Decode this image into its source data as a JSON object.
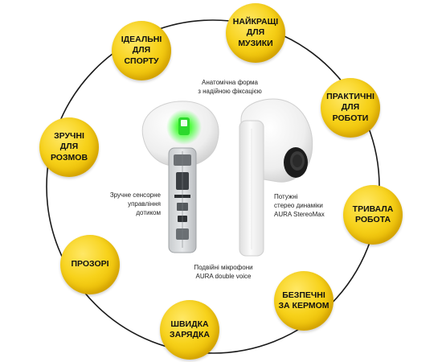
{
  "colors": {
    "badge_yellow": "#f7d21b",
    "ring_line": "#1a1a1a",
    "led_green": "#3dff3d",
    "earbud_white": "#f4f4f4"
  },
  "badges": [
    {
      "id": "music",
      "label": "НАЙКРАЩІ\nДЛЯ\nМУЗИКИ"
    },
    {
      "id": "work",
      "label": "ПРАКТИЧНІ\nДЛЯ\nРОБОТИ"
    },
    {
      "id": "battery",
      "label": "ТРИВАЛА\nРОБОТА"
    },
    {
      "id": "driving",
      "label": "БЕЗПЕЧНІ\nЗА КЕРМОМ"
    },
    {
      "id": "charging",
      "label": "ШВИДКА\nЗАРЯДКА"
    },
    {
      "id": "transparent",
      "label": "ПРОЗОРІ"
    },
    {
      "id": "calls",
      "label": "ЗРУЧНІ\nДЛЯ\nРОЗМОВ"
    },
    {
      "id": "sport",
      "label": "ІДЕАЛЬНІ\nДЛЯ\nСПОРТУ"
    }
  ],
  "notes": {
    "anatomic": "Анатомічна форма\nз надійною фіксацією",
    "touch": "Зручне сенсорне\nуправління\nдотиком",
    "speakers": "Потужні\nстерео динаміки\nAURA StereoMax",
    "mics": "Подвійні мікрофони\nAURA double voice"
  },
  "icons": {
    "earbud_left": "transparent-earbud-icon",
    "earbud_right": "white-earbud-icon"
  }
}
